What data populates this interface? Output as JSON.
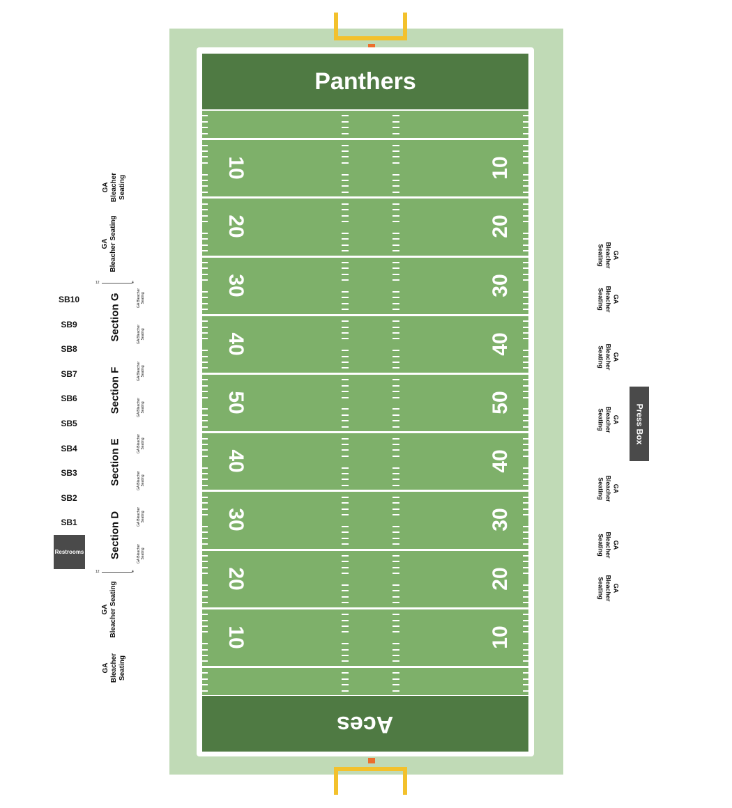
{
  "teams": {
    "home": "Panthers",
    "away": "Aces"
  },
  "colors": {
    "field": "#7eb06a",
    "endzone": "#4f7a43",
    "surround": "#c0dab6",
    "goalpost": "#f3c12c",
    "dark_box": "#4a4a4a"
  },
  "field": {
    "yard_numbers_left": [
      "10",
      "20",
      "30",
      "40",
      "50",
      "40",
      "30",
      "20",
      "10"
    ],
    "yard_numbers_right": [
      "10",
      "20",
      "30",
      "40",
      "50",
      "40",
      "30",
      "20",
      "10"
    ]
  },
  "left_stands": {
    "ga_top_1": "GA\nBleacher\nSeating",
    "ga_top_2": "GA\nBleacher Seating",
    "ga_bottom_1": "GA\nBleacher Seating",
    "ga_bottom_2": "GA\nBleacher\nSeating",
    "sections": [
      "Section G",
      "Section F",
      "Section E",
      "Section D"
    ],
    "sb_labels": [
      "SB10",
      "SB9",
      "SB8",
      "SB7",
      "SB6",
      "SB5",
      "SB4",
      "SB3",
      "SB2",
      "SB1"
    ],
    "ga_small": "GA Bleacher\nSeating",
    "sep_left_num": "12",
    "sep_right_num": "4",
    "restrooms": "Restrooms"
  },
  "right_stands": {
    "ga_label": "GA\nBleacher\nSeating",
    "press_box": "Press Box"
  }
}
